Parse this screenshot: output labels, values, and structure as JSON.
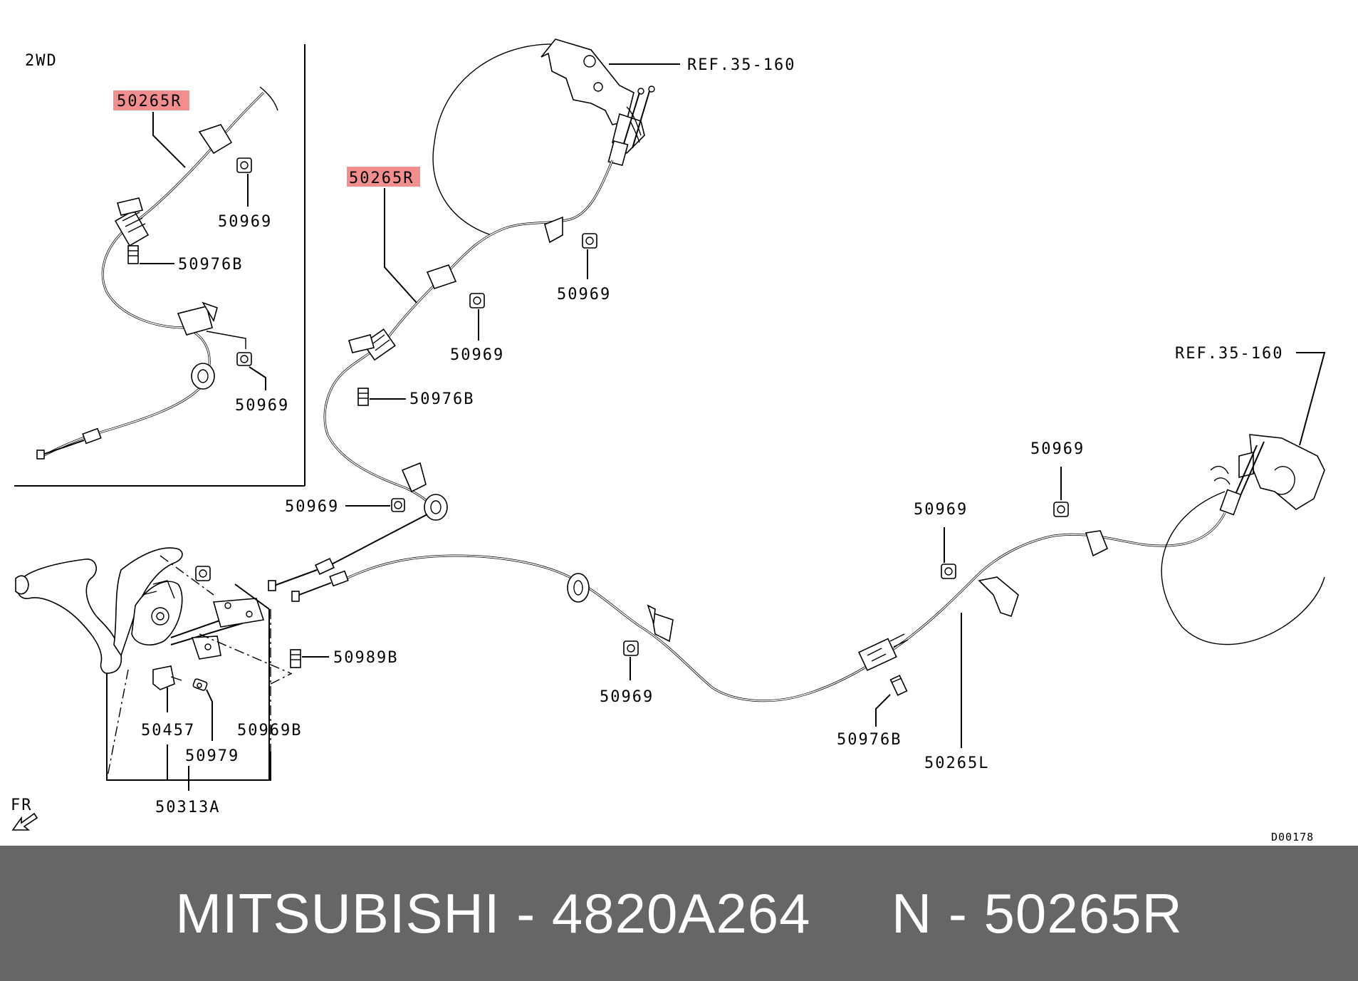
{
  "diagram": {
    "inset_label": "2WD",
    "highlight_part": "50265R",
    "ref_label_1": "REF.35-160",
    "ref_label_2": "REF.35-160",
    "parts": {
      "p50969_inset_a": "50969",
      "p50976b_inset": "50976B",
      "p50969_inset_b": "50969",
      "p50969_mid_a": "50969",
      "p50969_mid_b": "50969",
      "p50976b_mid": "50976B",
      "p50969_lever": "50969",
      "p50969_right_a": "50969",
      "p50969_right_b": "50969",
      "p50989b": "50989B",
      "p50969_center": "50969",
      "p50976b_right": "50976B",
      "p50265l": "50265L",
      "p50457": "50457",
      "p50969b": "50969B",
      "p50979": "50979",
      "p50313a": "50313A"
    },
    "direction_label": "FR",
    "diagram_code": "D00178"
  },
  "footer": {
    "text": "MITSUBISHI - 4820A264     N - 50265R"
  },
  "colors": {
    "highlight": "#f28e8e",
    "footer_bg": "#666666",
    "footer_text": "#ffffff"
  }
}
